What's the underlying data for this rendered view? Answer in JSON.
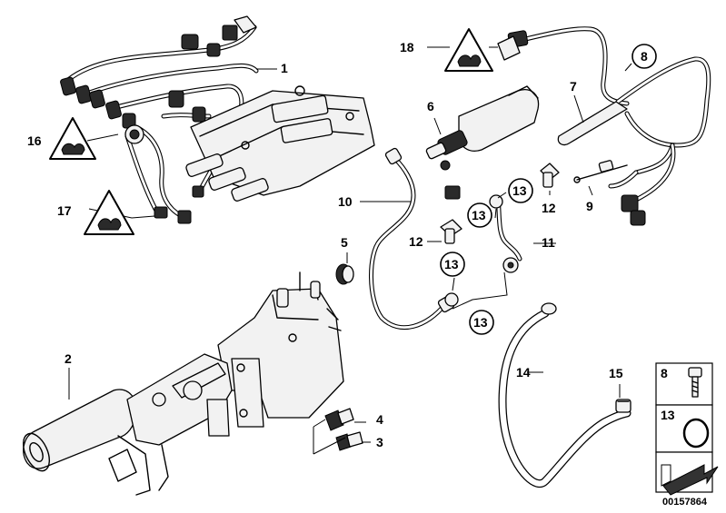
{
  "diagram": {
    "callouts": {
      "c1": "1",
      "c2": "2",
      "c3": "3",
      "c4": "4",
      "c5": "5",
      "c6": "6",
      "c7": "7",
      "c8": "8",
      "c9": "9",
      "c10": "10",
      "c11": "11",
      "c12a": "12",
      "c12b": "12",
      "c13a": "13",
      "c13b": "13",
      "c13c": "13",
      "c13d": "13",
      "c14": "14",
      "c15": "15",
      "c16": "16",
      "c17": "17",
      "c18": "18"
    },
    "legend": {
      "item_a": "8",
      "item_b": "13"
    },
    "part_code": "00157864",
    "icons": [
      "warning-triangle-icon",
      "bolt-icon",
      "o-ring-icon",
      "continue-arrow-icon"
    ]
  }
}
